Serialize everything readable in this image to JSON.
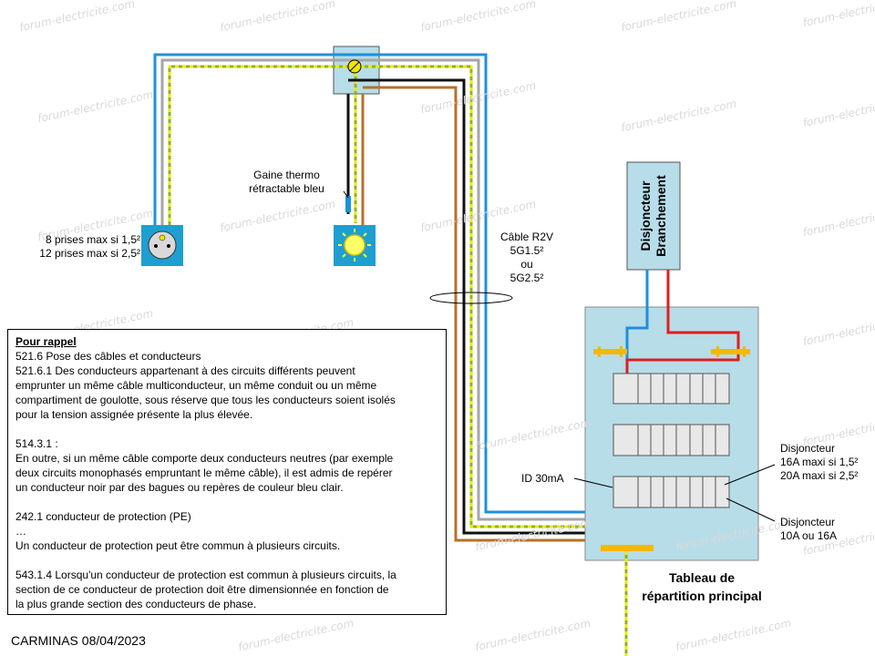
{
  "watermark": "forum-electricite.com",
  "labels": {
    "sockets": [
      "8 prises max si 1,5²",
      "12 prises max si 2,5²"
    ],
    "sleeve": [
      "Gaine thermo",
      "rétractable bleu"
    ],
    "cable": [
      "Câble R2V",
      "5G1.5²",
      "ou",
      "5G2.5²"
    ],
    "branch_breaker": [
      "Disjoncteur",
      "Branchement"
    ],
    "id": "ID 30mA",
    "breaker_16_20": [
      "Disjoncteur",
      "16A maxi si 1,5²",
      "20A maxi si 2,5²"
    ],
    "breaker_10_16": [
      "Disjoncteur",
      "10A ou 16A"
    ],
    "panel_title": [
      "Tableau de",
      "répartition principal"
    ],
    "credit": "CARMINAS 08/04/2023"
  },
  "note": {
    "title": "Pour rappel",
    "sections": [
      [
        "521.6 Pose des câbles et conducteurs",
        "521.6.1 Des conducteurs appartenant à des circuits différents peuvent",
        "emprunter un même câble multiconducteur, un même conduit ou un même",
        "compartiment de goulotte, sous réserve que tous les conducteurs soient isolés",
        "pour la tension assignée présente la plus élevée."
      ],
      [
        "514.3.1 :",
        "En outre, si un même câble comporte deux conducteurs neutres (par exemple",
        "deux circuits monophasés empruntant le même câble), il est admis de repérer",
        "un conducteur noir par des bagues ou repères de couleur bleu clair."
      ],
      [
        "242.1 conducteur de protection (PE)",
        "…",
        "Un conducteur de protection peut être commun à plusieurs circuits."
      ],
      [
        "543.1.4 Lorsqu'un conducteur de protection est commun à plusieurs circuits, la",
        "section de ce conducteur de protection doit être dimensionnée en fonction de",
        "la plus grande section des conducteurs de phase."
      ]
    ]
  },
  "colors": {
    "blue": "#1e90dd",
    "grey": "#a6a6a6",
    "black": "#111111",
    "brown": "#b8702a",
    "red": "#dd1f1f",
    "green_yellow_a": "#f2e600",
    "green_yellow_b": "#8bb32a",
    "box_fill": "#b7dde8",
    "device_fill": "#1e9fd0"
  }
}
